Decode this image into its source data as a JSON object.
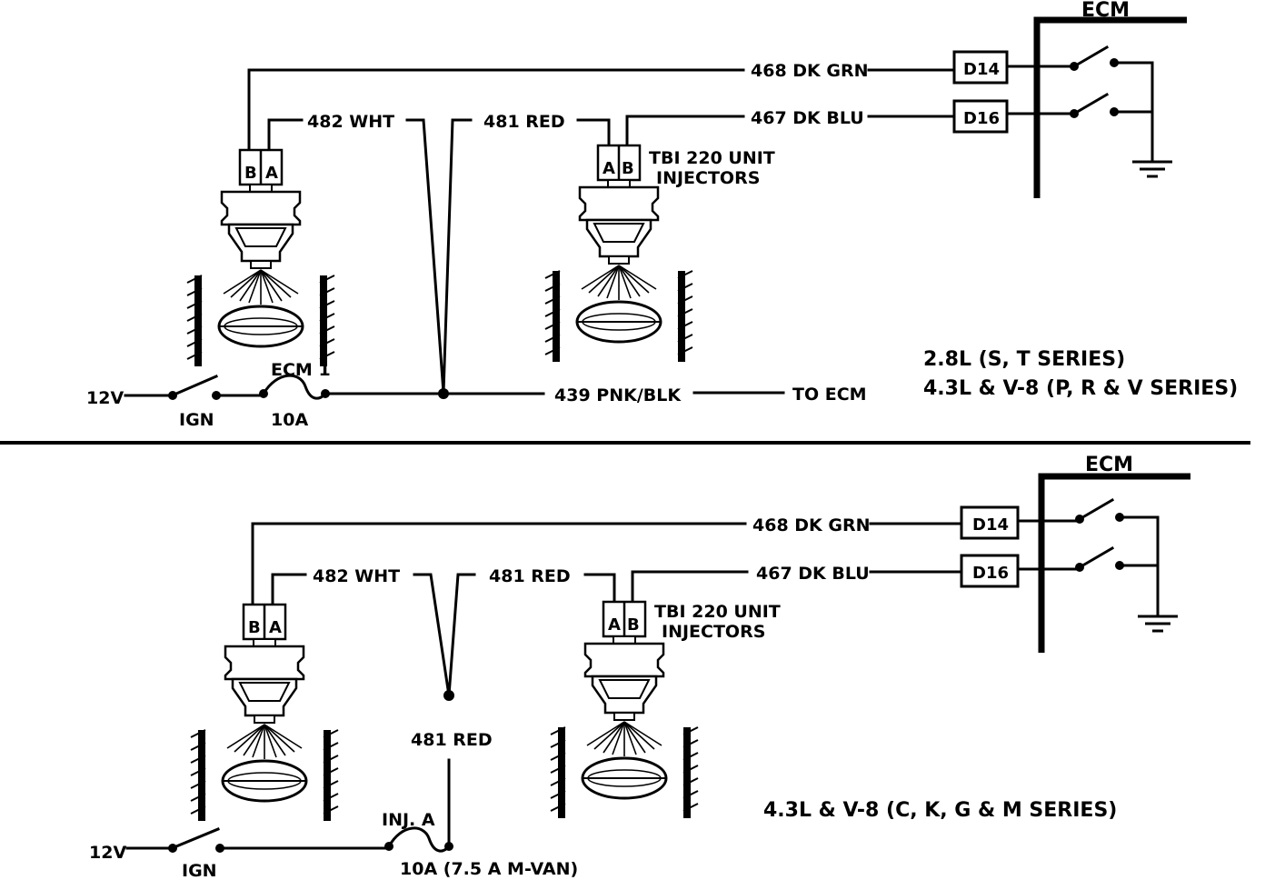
{
  "top": {
    "ecm_label": "ECM",
    "wire_468": "468 DK GRN",
    "wire_467": "467 DK BLU",
    "wire_482": "482 WHT",
    "wire_481": "481 RED",
    "wire_439": "439  PNK/BLK",
    "to_ecm": "TO ECM",
    "term_d14": "D14",
    "term_d16": "D16",
    "injector_label_1": "TBI 220 UNIT",
    "injector_label_2": "INJECTORS",
    "pin_b": "B",
    "pin_a": "A",
    "supply": "12V",
    "switch": "IGN",
    "fuse_name": "ECM 1",
    "fuse_rating": "10A",
    "series_line_1": "2.8L (S, T SERIES)",
    "series_line_2": "4.3L & V-8 (P, R & V SERIES)"
  },
  "bottom": {
    "ecm_label": "ECM",
    "wire_468": "468 DK GRN",
    "wire_467": "467 DK BLU",
    "wire_482": "482  WHT",
    "wire_481": "481  RED",
    "wire_481_mid": "481  RED",
    "term_d14": "D14",
    "term_d16": "D16",
    "injector_label_1": "TBI 220 UNIT",
    "injector_label_2": "INJECTORS",
    "pin_b": "B",
    "pin_a": "A",
    "supply": "12V",
    "switch": "IGN",
    "fuse_name": "INJ. A",
    "fuse_rating": "10A (7.5 A M-VAN)",
    "series_line": "4.3L & V-8 (C, K, G & M SERIES)"
  }
}
